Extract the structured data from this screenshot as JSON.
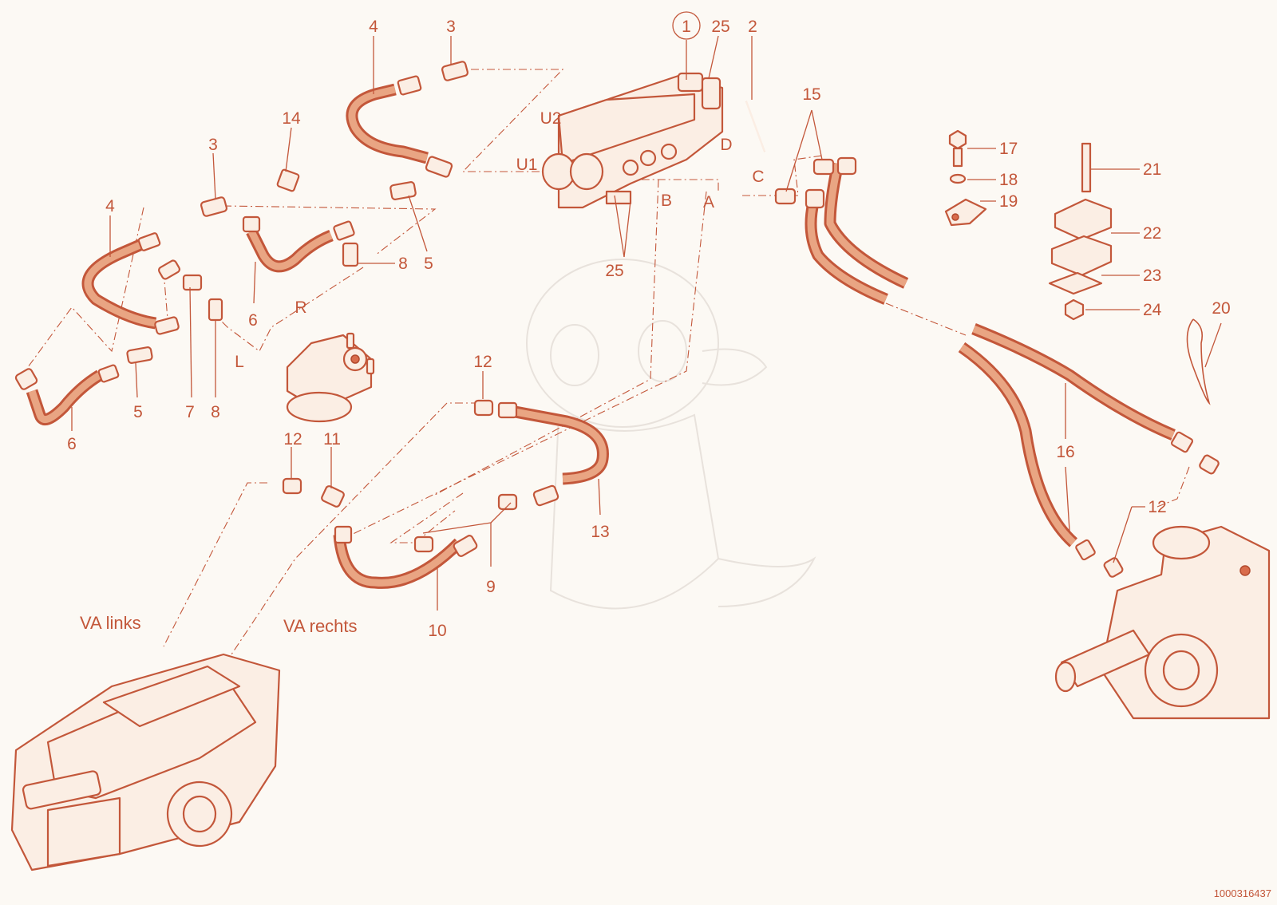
{
  "callouts": {
    "c1": "1",
    "c25_top": "25",
    "c2": "2",
    "c15": "15",
    "c4_top": "4",
    "c3_top": "3",
    "c14": "14",
    "c3_mid": "3",
    "c4_mid": "4",
    "u2": "U2",
    "u1": "U1",
    "d": "D",
    "c": "C",
    "b": "B",
    "a": "A",
    "c25_bot": "25",
    "c8_mid": "8",
    "c5_mid": "5",
    "c6_mid": "6",
    "r": "R",
    "l": "L",
    "c5_left": "5",
    "c6_left": "6",
    "c7": "7",
    "c8_left": "8",
    "c12_mid": "12",
    "c11": "11",
    "c12_center": "12",
    "c13": "13",
    "c9": "9",
    "c10": "10",
    "c17": "17",
    "c18": "18",
    "c19": "19",
    "c21": "21",
    "c22": "22",
    "c23": "23",
    "c24": "24",
    "c20": "20",
    "c16": "16",
    "c12_right": "12"
  },
  "captions": {
    "va_links": "VA links",
    "va_rechts": "VA rechts"
  },
  "doc_number": "1000316437",
  "colors": {
    "line": "#c3573a",
    "hose_core": "#e9a583",
    "background": "#fcf9f4"
  }
}
